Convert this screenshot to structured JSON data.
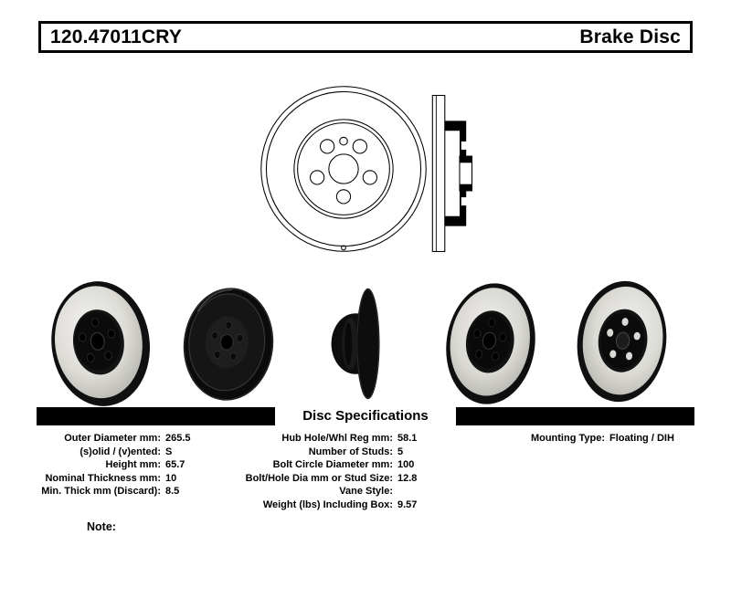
{
  "colors": {
    "ink": "#000000",
    "paper": "#ffffff"
  },
  "header": {
    "part_number": "120.47011CRY",
    "product_type": "Brake Disc"
  },
  "spec_section": {
    "title": "Disc Specifications",
    "left": [
      {
        "label": "Outer Diameter mm:",
        "value": "265.5"
      },
      {
        "label": "(s)olid / (v)ented:",
        "value": "S"
      },
      {
        "label": "Height mm:",
        "value": "65.7"
      },
      {
        "label": "Nominal Thickness mm:",
        "value": "10"
      },
      {
        "label": "Min. Thick mm (Discard):",
        "value": "8.5"
      }
    ],
    "middle": [
      {
        "label": "Hub Hole/Whl Reg mm:",
        "value": "58.1"
      },
      {
        "label": "Number of Studs:",
        "value": "5"
      },
      {
        "label": "Bolt Circle Diameter mm:",
        "value": "100"
      },
      {
        "label": "Bolt/Hole Dia mm or Stud Size:",
        "value": "12.8"
      },
      {
        "label": "Vane Style:",
        "value": ""
      },
      {
        "label": "Weight (lbs) Including Box:",
        "value": "9.57"
      }
    ],
    "right": [
      {
        "label": "Mounting Type:",
        "value": "Floating / DIH"
      }
    ]
  },
  "note_label": "Note:"
}
